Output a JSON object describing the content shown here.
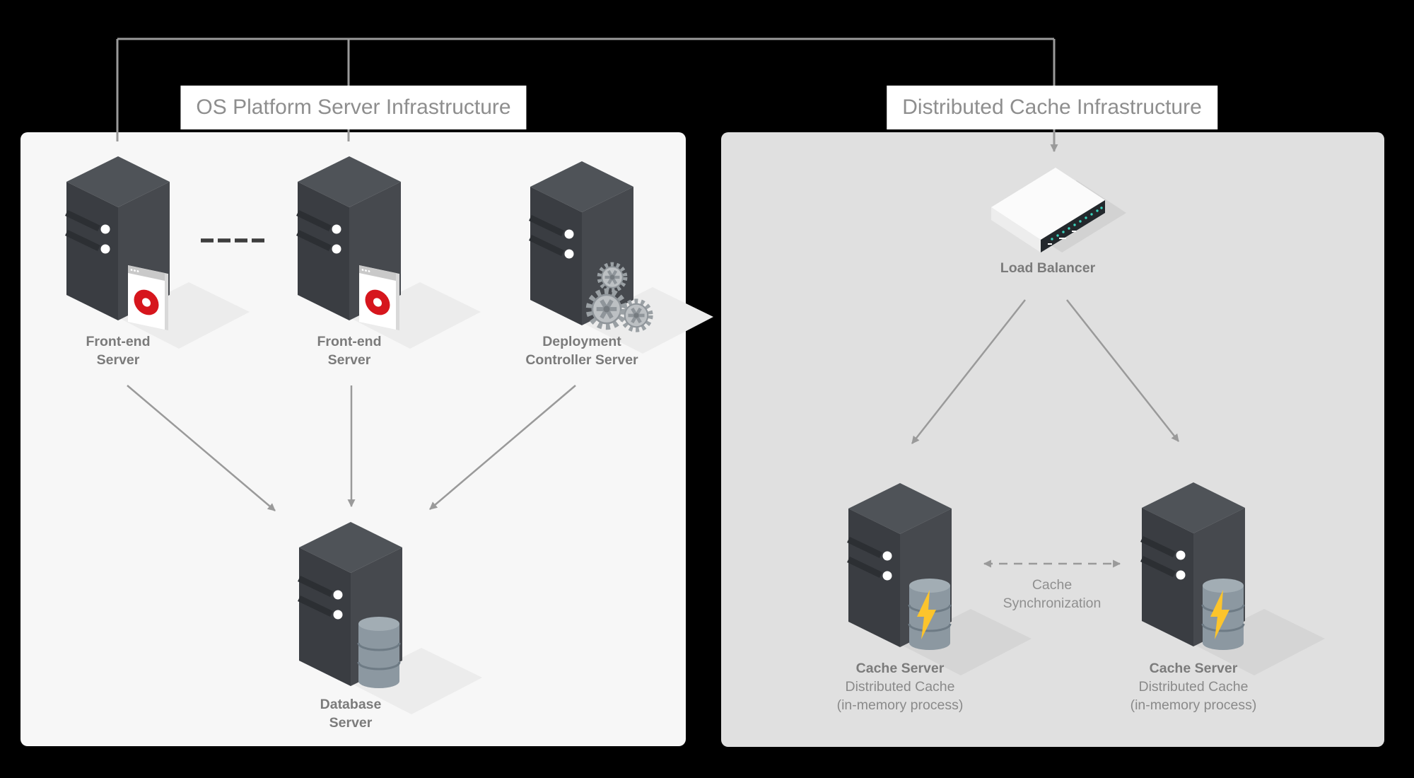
{
  "titles": {
    "left": "OS Platform Server Infrastructure",
    "right": "Distributed Cache Infrastructure"
  },
  "servers": {
    "frontend1": {
      "line1": "Front-end",
      "line2": "Server"
    },
    "frontend2": {
      "line1": "Front-end",
      "line2": "Server"
    },
    "deployment": {
      "line1": "Deployment",
      "line2": "Controller Server"
    },
    "database": {
      "line1": "Database",
      "line2": "Server"
    },
    "cache_left": {
      "name": "Cache Server",
      "sub1": "Distributed Cache",
      "sub2": "(in-memory process)"
    },
    "cache_right": {
      "name": "Cache Server",
      "sub1": "Distributed Cache",
      "sub2": "(in-memory process)"
    }
  },
  "load_balancer": {
    "label": "Load Balancer"
  },
  "cache_sync": {
    "line1": "Cache",
    "line2": "Synchronization"
  },
  "icons": {
    "frontend_servers": "software-disc-icon",
    "deployment_server": "gears-icon",
    "database_server": "database-cylinder-icon",
    "cache_servers": "cache-bolt-cylinder-icon",
    "load_balancer": "network-switch-icon"
  },
  "colors": {
    "background": "#000000",
    "panel_left": "#f7f7f7",
    "panel_right": "#e0e0e0",
    "connector_line": "#9a9a9a",
    "arrow": "#9a9a9a",
    "title_text": "#8e8e8e",
    "label_bold": "#7b7b7b",
    "label_regular": "#8a8a8a",
    "server_top_face": "#4f5358",
    "server_left_face": "#3a3d42",
    "server_right_face": "#46494e",
    "server_stripe": "#2c2f33",
    "disc_red": "#d6161d",
    "bolt_yellow": "#fcc42c",
    "cylinder_body": "#8c98a1",
    "cylinder_top": "#a2adb4",
    "led_teal": "#39d3bd",
    "frontend_dashes": "#3d3d3d"
  }
}
